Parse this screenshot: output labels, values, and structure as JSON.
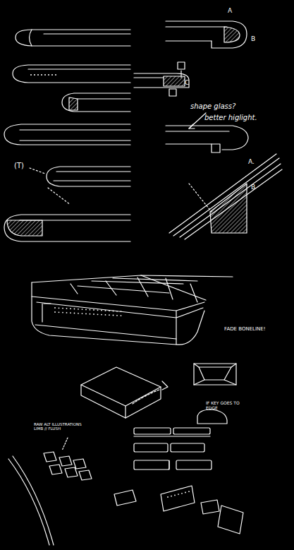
{
  "diagram": {
    "labels": [
      "A",
      "B",
      "C",
      "shape glass?",
      "better higlight.",
      "A.",
      "B",
      "(T)",
      "FADE BONELINE!",
      "IF KEY GOES TO EDGE",
      "RAW ALT ILLUSTRATIONS LIMB // FLUSH"
    ]
  }
}
